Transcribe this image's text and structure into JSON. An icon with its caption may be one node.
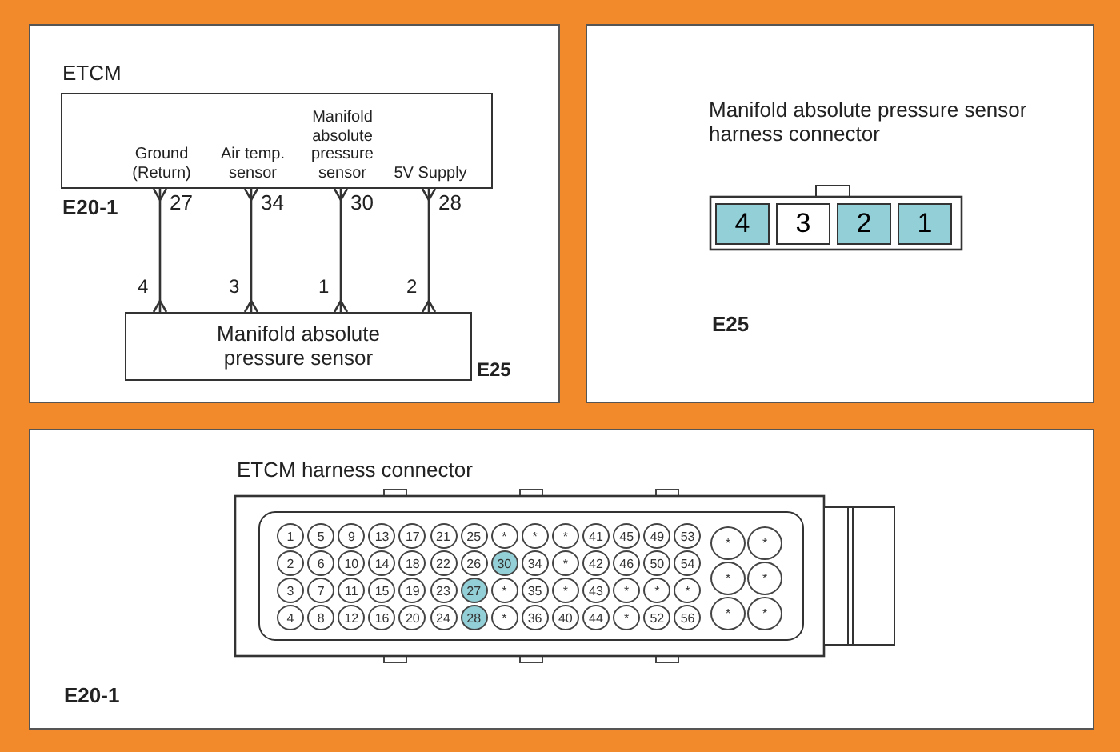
{
  "diagram": {
    "nodes": [
      {
        "text": [
          "ETCM",
          "Ground (Return)",
          "Air temp. sensor",
          "Manifold absolute pressure sensor",
          "5V Supply"
        ],
        "beside": [
          "E20-1"
        ]
      },
      {
        "text": [
          "Manifold absolute pressure sensor"
        ],
        "beside": [
          "E25"
        ]
      }
    ],
    "edges": [
      {
        "from": 0,
        "to": 1,
        "arrow": "other"
      },
      {
        "from": 0,
        "to": 1,
        "arrow": "other"
      },
      {
        "from": 0,
        "to": 1,
        "arrow": "other"
      },
      {
        "from": 0,
        "to": 1,
        "arrow": "other"
      }
    ],
    "labels": [
      "27",
      "34",
      "30",
      "28",
      "4",
      "3",
      "1",
      "2",
      "Manifold absolute pressure sensor harness connector",
      "4",
      "3",
      "2",
      "1",
      "E25",
      "ETCM harness connector",
      "1",
      "5",
      "9",
      "13",
      "17",
      "21",
      "25",
      "*",
      "*",
      "*",
      "41",
      "45",
      "49",
      "53",
      "2",
      "6",
      "10",
      "14",
      "18",
      "22",
      "26",
      "30",
      "34",
      "*",
      "42",
      "46",
      "50",
      "54",
      "3",
      "7",
      "11",
      "15",
      "19",
      "23",
      "27",
      "*",
      "35",
      "*",
      "43",
      "*",
      "*",
      "*",
      "4",
      "8",
      "12",
      "16",
      "20",
      "24",
      "28",
      "*",
      "36",
      "40",
      "44",
      "*",
      "52",
      "56",
      "*",
      "*",
      "*",
      "*",
      "*",
      "*",
      "E20-1"
    ]
  }
}
